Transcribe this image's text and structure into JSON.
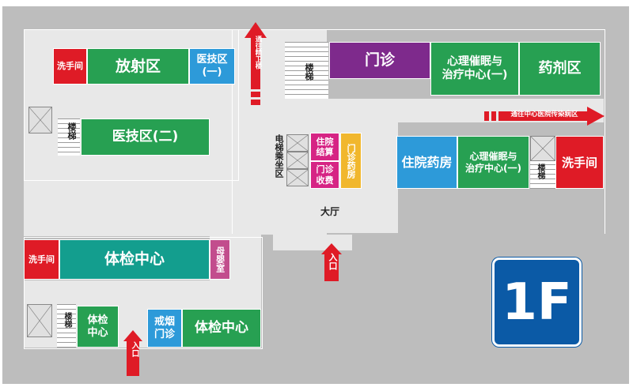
{
  "floor": {
    "label": "1F"
  },
  "rooms": {
    "restroom_nw": "洗手间",
    "radiology": "放射区",
    "medtech_1": "医技区\n(一)",
    "medtech_2": "医技区(二)",
    "outpatient": "门诊",
    "psych_1": "心理催眠与\n治疗中心(一)",
    "pharmacy": "药剂区",
    "inpatient_settle": "住院\n结算",
    "outpatient_fee": "门诊\n收费",
    "outpatient_pharmacy": "门诊药房",
    "inpatient_pharmacy": "住院药房",
    "psych_2": "心理催眠与\n治疗中心(一)",
    "restroom_e": "洗手间",
    "restroom_w": "洗手间",
    "physical_exam_1": "体检中心",
    "maternity": "母婴室",
    "physical_exam_2": "体检\n中心",
    "smoking_clinic": "戒烟\n门诊",
    "physical_exam_3": "体检中心"
  },
  "labels": {
    "stairs": "楼梯",
    "elevator_area": "电梯乘坐区",
    "hall": "大厅",
    "entrance": "入口",
    "to_psychiatric": "通往精卫楼",
    "to_infectious": "通往中心医院传染病区"
  },
  "icons": [
    "arrow-up-icon",
    "arrow-right-icon",
    "stairs-icon",
    "elevator-icon"
  ],
  "colors": {
    "green": "#27a052",
    "blue": "#2d9ad9",
    "red": "#df1b26",
    "purple": "#7e2a8c",
    "teal": "#139e8e",
    "pink": "#c24d8d",
    "yellow": "#f1b72d",
    "magenta": "#d62484",
    "floor_badge": "#0b5aa6"
  }
}
